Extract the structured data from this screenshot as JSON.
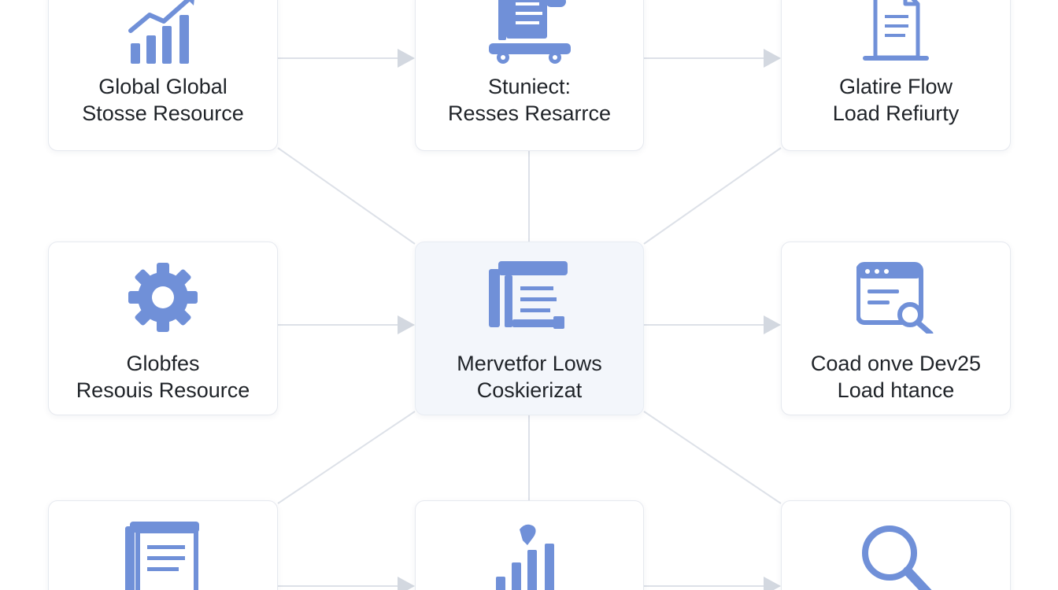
{
  "diagram": {
    "nodes": {
      "top_left": {
        "icon": "bar-chart-growth-icon",
        "line1": "Global Global",
        "line2": "Stosse Resource"
      },
      "top_center": {
        "icon": "document-cart-icon",
        "line1": "Stuniect:",
        "line2": "Resses Resarrce"
      },
      "top_right": {
        "icon": "document-page-icon",
        "line1": "Glatire Flow",
        "line2": "Load Refiurty"
      },
      "mid_left": {
        "icon": "gear-icon",
        "line1": "Globfes",
        "line2": "Resouis Resource"
      },
      "center": {
        "icon": "document-stack-icon",
        "line1": "Mervetfor Lows",
        "line2": "Coskierizat"
      },
      "mid_right": {
        "icon": "browser-search-icon",
        "line1": "Coad onve Dev25",
        "line2": "Load htance"
      },
      "bottom_left": {
        "icon": "document-list-icon"
      },
      "bottom_center": {
        "icon": "bar-chart-icon"
      },
      "bottom_right": {
        "icon": "magnifier-icon"
      }
    },
    "colors": {
      "icon": "#7090d8",
      "connector": "#dde1e8",
      "arrow": "#d3d8e0",
      "text": "#1f2328"
    }
  }
}
